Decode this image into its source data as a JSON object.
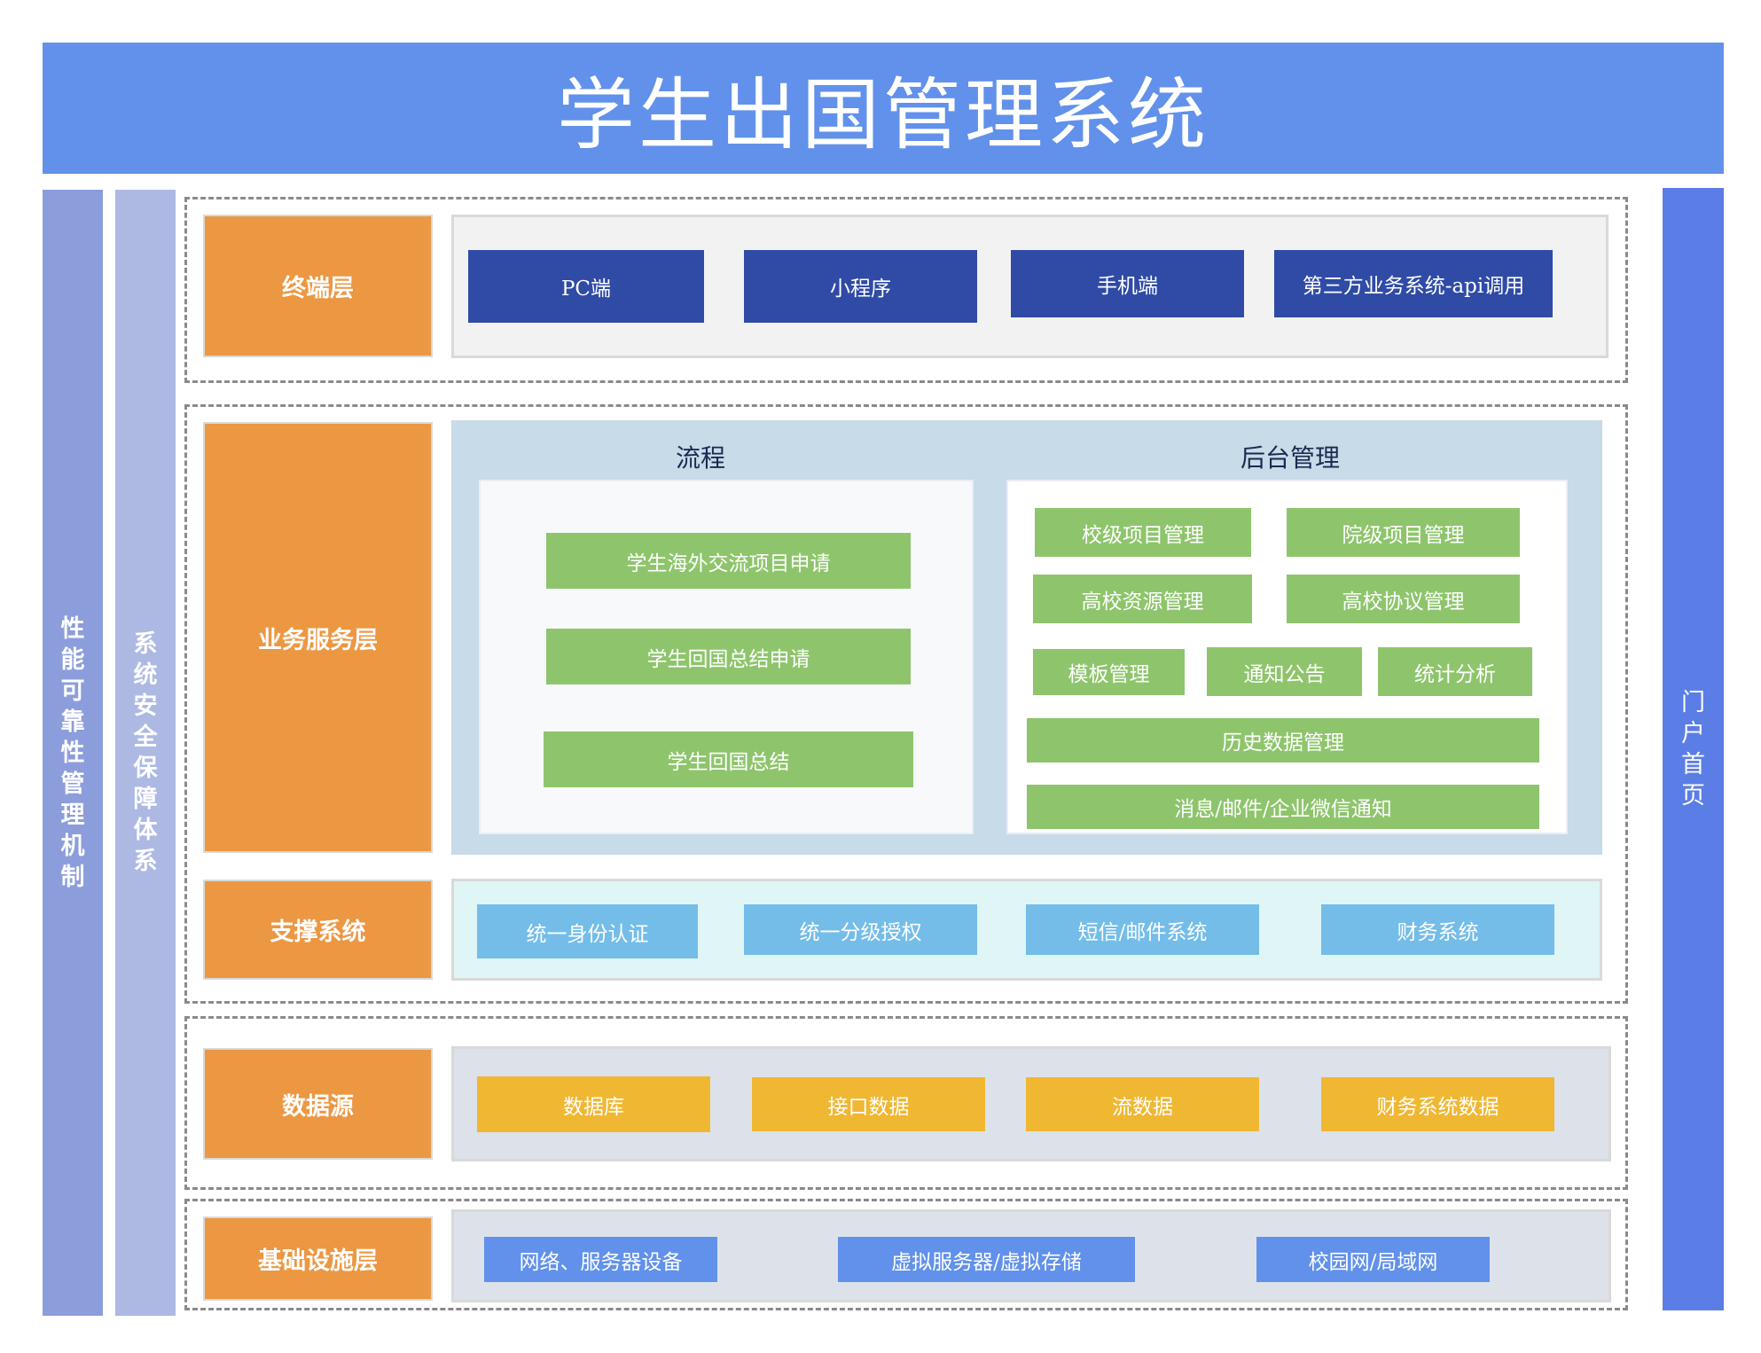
{
  "title": "学生出国管理系统",
  "left_pillars": {
    "performance": "性能可靠性管理机制",
    "security": "系统安全保障体系"
  },
  "right_pillar": "门户首页",
  "layers": {
    "terminal": {
      "label": "终端层",
      "items": [
        "PC端",
        "小程序",
        "手机端",
        "第三方业务系统-api调用"
      ]
    },
    "business": {
      "label": "业务服务层",
      "process": {
        "heading": "流程",
        "items": [
          "学生海外交流项目申请",
          "学生回国总结申请",
          "学生回国总结"
        ]
      },
      "backend": {
        "heading": "后台管理",
        "items": [
          "校级项目管理",
          "院级项目管理",
          "高校资源管理",
          "高校协议管理",
          "模板管理",
          "通知公告",
          "统计分析",
          "历史数据管理",
          "消息/邮件/企业微信通知"
        ]
      }
    },
    "support": {
      "label": "支撑系统",
      "items": [
        "统一身份认证",
        "统一分级授权",
        "短信/邮件系统",
        "财务系统"
      ]
    },
    "datasource": {
      "label": "数据源",
      "items": [
        "数据库",
        "接口数据",
        "流数据",
        "财务系统数据"
      ]
    },
    "infrastructure": {
      "label": "基础设施层",
      "items": [
        "网络、服务器设备",
        "虚拟服务器/虚拟存储",
        "校园网/局域网"
      ]
    }
  },
  "colors": {
    "title_bar": "#6191ea",
    "layer_label": "#ec9742",
    "terminal_item": "#2f4ba6",
    "business_item": "#8ec56c",
    "support_item": "#74bde9",
    "datasource_item": "#f0b733",
    "infrastructure_item": "#6191ea",
    "right_pillar": "#5b7de6"
  }
}
